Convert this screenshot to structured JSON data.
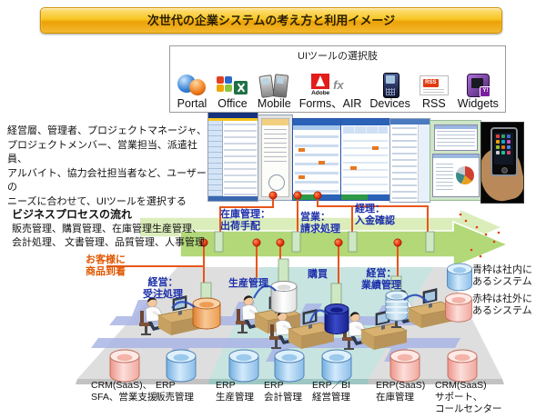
{
  "colors": {
    "banner_gold": "#f2b400",
    "arrow_green": "#b2d878",
    "arrow_pale_green": "#dcedbc",
    "connector_orange": "#e8561a",
    "internal_system_blue": "#9cc8ec",
    "external_system_pink": "#f4a8a0",
    "label_blue": "#1c2faa",
    "customer_label_orange": "#e05600"
  },
  "title": "次世代の企業システムの考え方と利用イメージ",
  "ui_tools": {
    "title": "UIツールの選択肢",
    "adobe_text": "Adobe",
    "fx_text": "fx",
    "rss_badge": "RSS",
    "widgets_badge": "Y!",
    "items": [
      {
        "label": "Portal"
      },
      {
        "label": "Office"
      },
      {
        "label": "Mobile"
      },
      {
        "label": "Forms、AIR"
      },
      {
        "label": "Devices"
      },
      {
        "label": "RSS"
      },
      {
        "label": "Widgets"
      }
    ]
  },
  "user_note": {
    "lines": [
      "経営層、管理者、プロジェクトマネージャ、",
      "プロジェクトメンバー、営業担当、派遣社員、",
      "アルバイト、協力会社担当者など、ユーザーの",
      "ニーズに合わせて、UIツールを選択する"
    ]
  },
  "process": {
    "heading": "ビジネスプロセスの流れ",
    "line1": "販売管理、購買管理、在庫管理生産管理、",
    "line2": "会計処理、 文書管理、品質管理、人事管理"
  },
  "flow_labels": {
    "inventory": {
      "line1": "在庫管理：",
      "line2": "出荷手配"
    },
    "sales": {
      "line1": "営業：",
      "line2": "請求処理"
    },
    "accounting": {
      "line1": "経理：",
      "line2": "入金確認"
    },
    "customer": {
      "line1": "お客様に",
      "line2": "商品到着"
    }
  },
  "stations": {
    "order": {
      "line1": "経営：",
      "line2": "受注処理"
    },
    "production": {
      "label": "生産管理"
    },
    "purchasing": {
      "label": "購買"
    },
    "performance": {
      "line1": "経営：",
      "line2": "業績管理"
    }
  },
  "legend": {
    "internal": {
      "line1": "青枠は社内に",
      "line2": "あるシステム"
    },
    "external": {
      "line1": "赤枠は社外に",
      "line2": "あるシステム"
    }
  },
  "databases": [
    {
      "type": "external",
      "lines": [
        "CRM(SaaS)、",
        "SFA、営業支援"
      ]
    },
    {
      "type": "internal",
      "lines": [
        "ERP",
        "販売管理"
      ]
    },
    {
      "type": "internal",
      "lines": [
        "ERP",
        "生産管理"
      ]
    },
    {
      "type": "internal",
      "lines": [
        "ERP",
        "会計管理"
      ]
    },
    {
      "type": "internal",
      "lines": [
        "ERP／BI",
        "経営管理"
      ]
    },
    {
      "type": "external",
      "lines": [
        "ERP(SaaS)",
        "在庫管理"
      ]
    },
    {
      "type": "external",
      "lines": [
        "CRM(SaaS)",
        "サポート、",
        "コールセンター"
      ]
    }
  ]
}
